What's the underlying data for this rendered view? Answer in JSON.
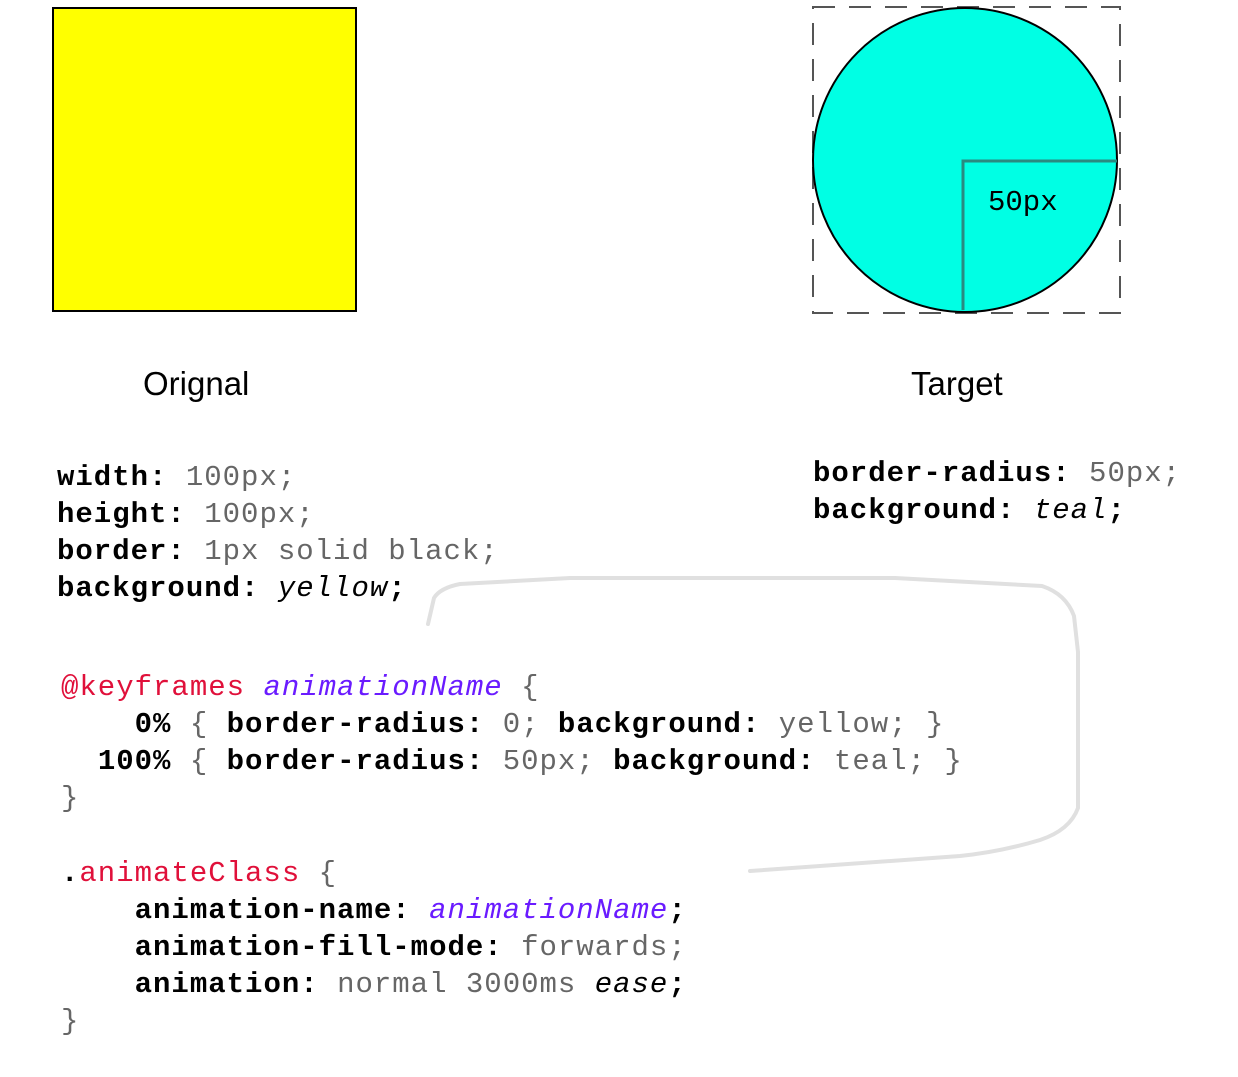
{
  "original": {
    "caption": "Orignal",
    "box_color": "#ffff00",
    "props": [
      {
        "name": "width:",
        "value": "100px;"
      },
      {
        "name": "height:",
        "value": "100px;"
      },
      {
        "name": "border:",
        "value": "1px solid black;"
      },
      {
        "name": "background:",
        "value": "yellow",
        "suffix": ";"
      }
    ]
  },
  "target": {
    "caption": "Target",
    "circle_color": "#00ffe4",
    "radius_label": "50px",
    "props": [
      {
        "name": "border-radius:",
        "value": "50px;"
      },
      {
        "name": "background:",
        "value": "teal",
        "suffix": ";"
      }
    ]
  },
  "keyframes": {
    "at_rule": "@keyframes",
    "name": "animationName",
    "open": "{",
    "frames": [
      {
        "pct": "0%",
        "open": "{",
        "p1": "border-radius:",
        "v1": "0;",
        "p2": "background:",
        "v2": "yellow;",
        "close": "}"
      },
      {
        "pct": "100%",
        "open": "{",
        "p1": "border-radius:",
        "v1": "50px;",
        "p2": "background:",
        "v2": "teal;",
        "close": "}"
      }
    ],
    "close": "}"
  },
  "animate_class": {
    "dot": ".",
    "selector": "animateClass",
    "open": "{",
    "l1_prop": "animation-name:",
    "l1_value": "animationName",
    "l1_semi": ";",
    "l2_prop": "animation-fill-mode:",
    "l2_value": "forwards;",
    "l3_prop": "animation:",
    "l3_value": "normal 3000ms",
    "l3_ease": "ease",
    "l3_semi": ";",
    "close": "}"
  }
}
